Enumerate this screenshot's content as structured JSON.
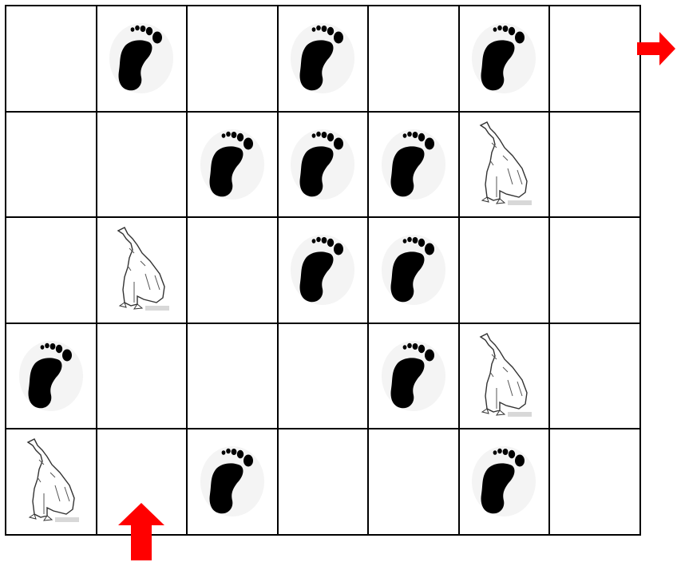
{
  "board": {
    "rows": 5,
    "cols": 7,
    "cells": [
      [
        "empty",
        "footprint",
        "empty",
        "footprint",
        "empty",
        "footprint",
        "empty"
      ],
      [
        "empty",
        "empty",
        "footprint",
        "footprint",
        "footprint",
        "wolf",
        "empty"
      ],
      [
        "empty",
        "wolf",
        "empty",
        "footprint",
        "footprint",
        "empty",
        "empty"
      ],
      [
        "footprint",
        "empty",
        "empty",
        "empty",
        "footprint",
        "wolf",
        "empty"
      ],
      [
        "wolf",
        "empty",
        "footprint",
        "empty",
        "empty",
        "footprint",
        "empty"
      ]
    ]
  },
  "icons": {
    "footprint": "footprint-icon",
    "wolf": "howling-wolf-icon",
    "entry": "up-arrow-icon",
    "exit": "right-arrow-icon"
  },
  "colors": {
    "grid": "#000000",
    "footprint": "#000000",
    "arrow": "#ff0000"
  }
}
